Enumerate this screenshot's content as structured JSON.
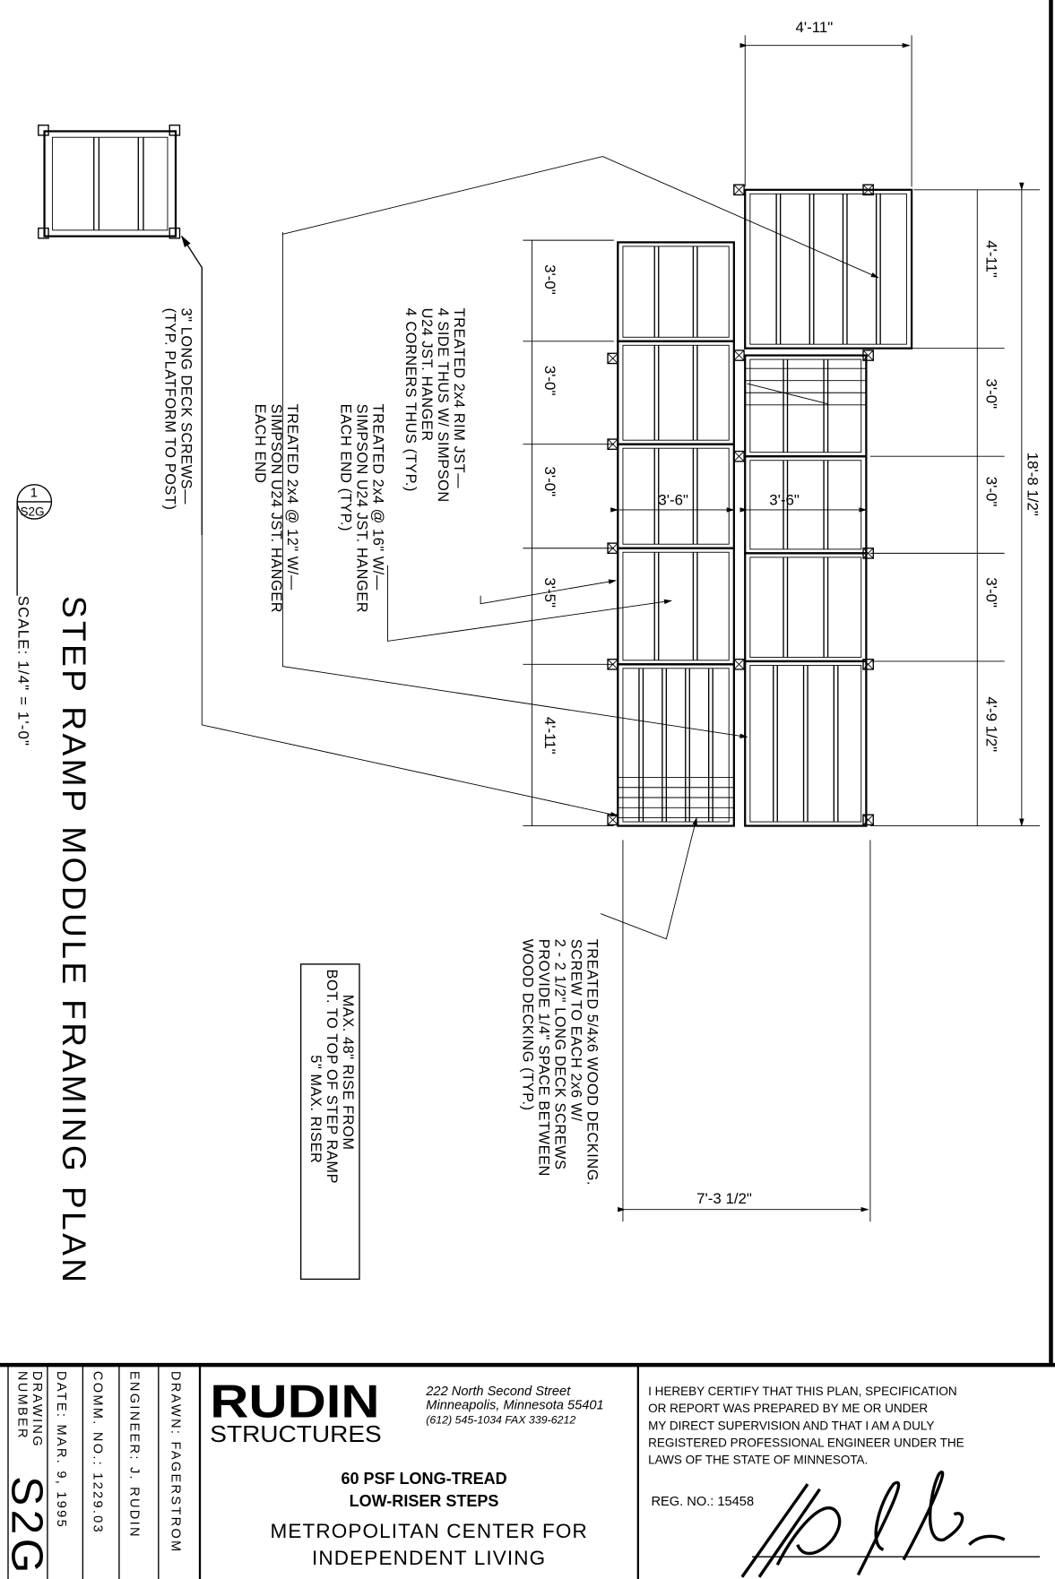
{
  "sheet": {
    "title": "STEP RAMP MODULE FRAMING PLAN",
    "scale": "SCALE: 1/4\" = 1'-0\"",
    "callout": {
      "number": "1",
      "sheet": "S2G"
    }
  },
  "notes": {
    "rim_joist": [
      "TREATED 2x4 RIM JST—",
      "4 SIDE THUS W/ SIMPSON",
      "U24 JST. HANGER",
      "4 CORNERS THUS (TYP.)"
    ],
    "joist_16": [
      "TREATED 2x4 @ 16\" W/—",
      "SIMPSON U24 JST. HANGER",
      "EACH END (TYP.)"
    ],
    "joist_12": [
      "TREATED 2x4 @ 12\" W/—",
      "SIMPSON U24 JST. HANGER",
      "EACH END"
    ],
    "deck_screws": [
      "3\" LONG DECK SCREWS—",
      "(TYP. PLATFORM TO POST)"
    ],
    "decking": [
      "TREATED 5/4x6 WOOD DECKING.",
      "SCREW TO EACH 2x6 W/",
      "2 - 2 1/2\" LONG DECK SCREWS",
      "PROVIDE 1/4\" SPACE BETWEEN",
      "WOOD DECKING (TYP.)"
    ],
    "rise_box": [
      "MAX. 48\" RISE FROM",
      "BOT. TO TOP OF STEP RAMP",
      "5\" MAX. RISER"
    ]
  },
  "dimensions": {
    "top_platform_width": "4'-11\"",
    "left_column": [
      "3'-0\"",
      "3'-0\"",
      "3'-0\"",
      "3'-5\"",
      "4'-11\""
    ],
    "right_column": [
      "4'-11\"",
      "3'-0\"",
      "3'-0\"",
      "3'-0\"",
      "4'-9 1/2\""
    ],
    "overall": "18'-8 1/2\"",
    "module_width_left": "3'-6\"",
    "module_width_right": "3'-6\"",
    "bottom_width": "7'-3 1/2\""
  },
  "title_block": {
    "drawing_number_label": [
      "DRAWING",
      "NUMBER"
    ],
    "drawing_number": "S2G",
    "date": "DATE: MAR. 9, 1995",
    "comm_no": "COMM. NO.: 1229.03",
    "engineer": "ENGINEER: J. RUDIN",
    "drawn": "DRAWN: FAGERSTROM",
    "company": {
      "logo": "RUDIN",
      "sub": "STRUCTURES"
    },
    "address": [
      "222 North Second Street",
      "Minneapolis, Minnesota 55401",
      "(612) 545-1034   FAX 339-6212"
    ],
    "project_title": [
      "60 PSF LONG-TREAD",
      "LOW-RISER STEPS"
    ],
    "client": [
      "METROPOLITAN CENTER FOR",
      "INDEPENDENT LIVING"
    ],
    "certification": [
      "I HEREBY CERTIFY THAT THIS PLAN, SPECIFICATION",
      "OR REPORT WAS PREPARED BY ME OR UNDER",
      "MY DIRECT SUPERVISION AND THAT I AM A DULY",
      "REGISTERED PROFESSIONAL ENGINEER UNDER THE",
      "LAWS OF THE STATE OF MINNESOTA."
    ],
    "reg_no": "REG. NO.: 15458"
  }
}
